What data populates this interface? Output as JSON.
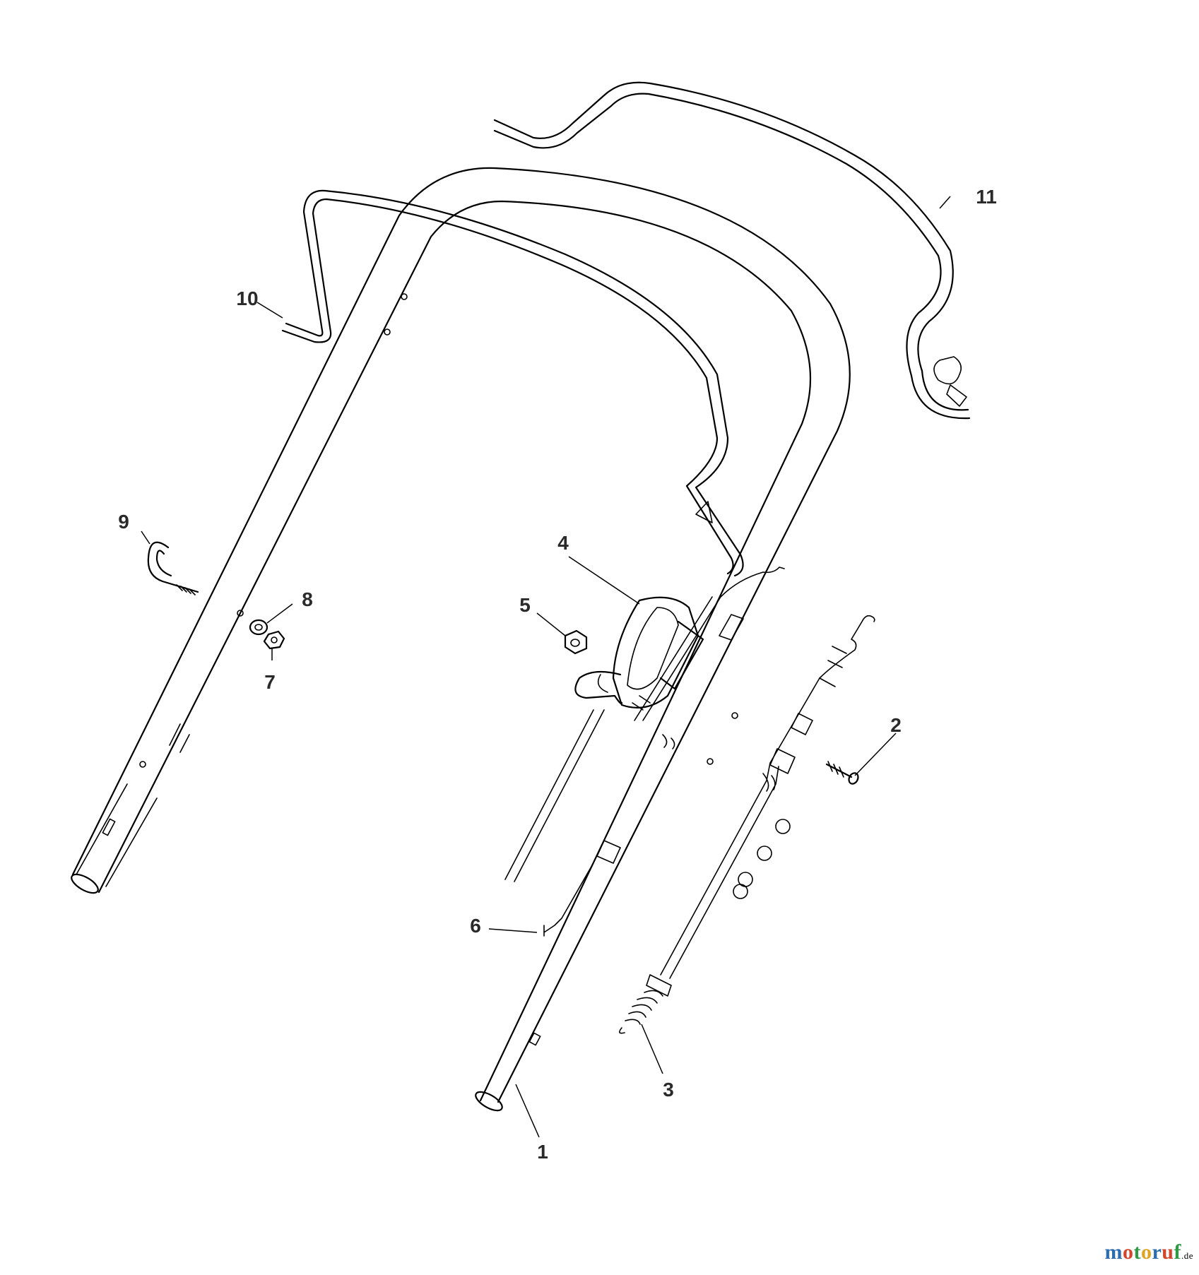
{
  "diagram": {
    "callouts": {
      "c1": "1",
      "c2": "2",
      "c3": "3",
      "c4": "4",
      "c5": "5",
      "c6": "6",
      "c7": "7",
      "c8": "8",
      "c9": "9",
      "c10": "10",
      "c11": "11"
    }
  },
  "watermark": {
    "name_segments": [
      "m",
      "o",
      "t",
      "o",
      "r",
      "u",
      "f"
    ],
    "segment_colors": [
      "#2b6cb0",
      "#d4452c",
      "#2e9a45",
      "#e0a321",
      "#2b6cb0",
      "#d4452c",
      "#2e9a45"
    ],
    "tld": ".de"
  }
}
